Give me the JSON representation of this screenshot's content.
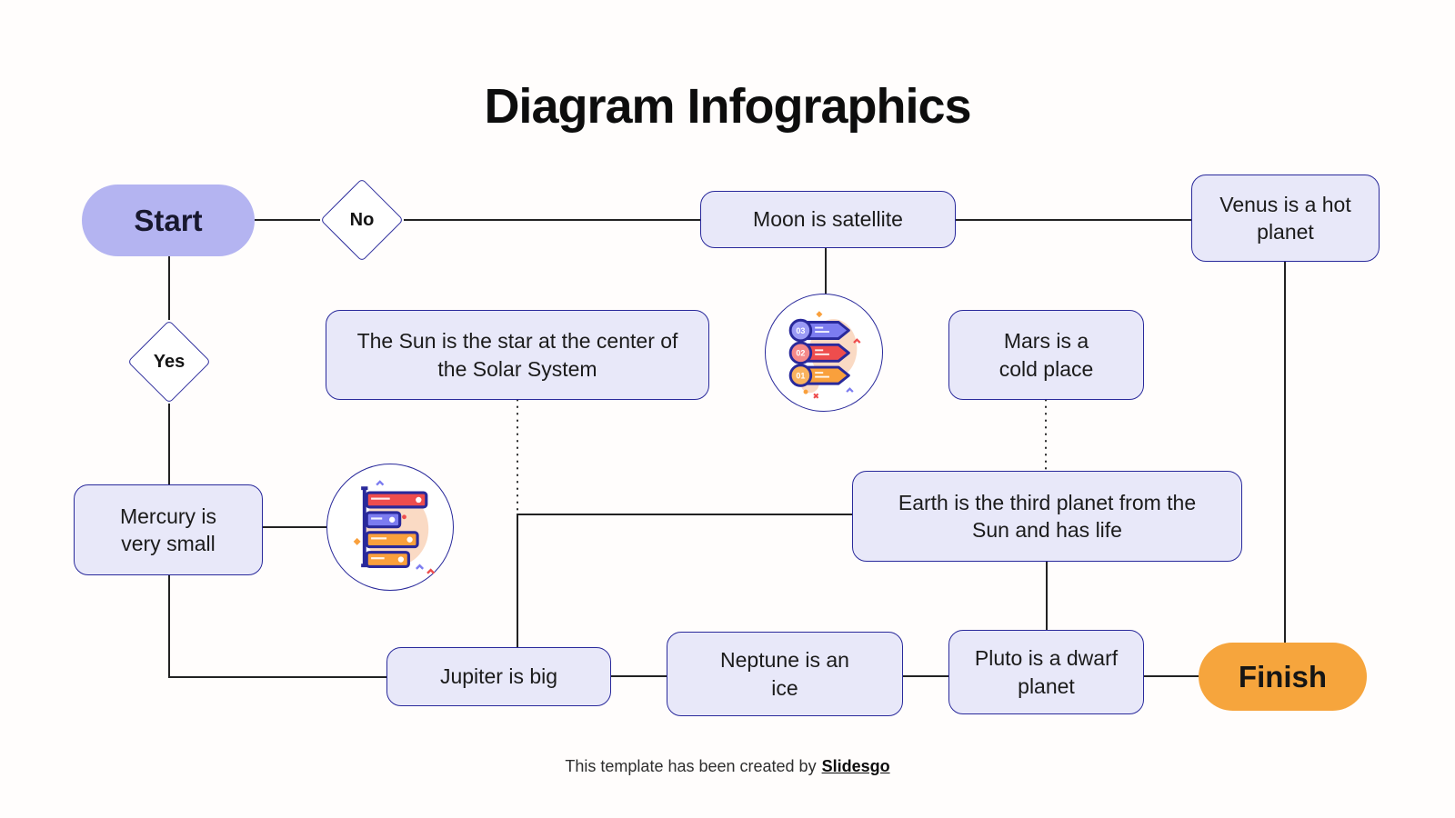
{
  "title": "Diagram Infographics",
  "nodes": {
    "start": {
      "label": "Start"
    },
    "no": {
      "label": "No"
    },
    "yes": {
      "label": "Yes"
    },
    "moon": {
      "label": "Moon is satellite"
    },
    "venus": {
      "label": "Venus is a hot planet"
    },
    "sun": {
      "label": "The Sun is the star at the center of the Solar System"
    },
    "mars": {
      "label": "Mars is a cold place"
    },
    "mercury": {
      "label": "Mercury is very small"
    },
    "earth": {
      "label": "Earth is the third planet from the Sun and has life"
    },
    "jupiter": {
      "label": "Jupiter is big"
    },
    "neptune": {
      "label": "Neptune is an ice"
    },
    "pluto": {
      "label": "Pluto is a dwarf planet"
    },
    "finish": {
      "label": "Finish"
    }
  },
  "icons": {
    "moon_icon": "numbered-banners-icon",
    "mercury_icon": "horizontal-bar-chart-icon",
    "banner_numbers": [
      "03",
      "02",
      "01"
    ]
  },
  "footer": {
    "text": "This template has been created by",
    "link": "Slidesgo"
  },
  "colors": {
    "node_fill": "#e8e8f9",
    "node_border": "#29299b",
    "start_fill": "#b4b4f1",
    "finish_fill": "#f6a53d",
    "connector": "#222222",
    "icon_red": "#ee4d4d",
    "icon_purple": "#7c7cf0",
    "icon_orange": "#f9a03c",
    "icon_peach": "#f8cdb0",
    "background": "#fffdfc"
  }
}
